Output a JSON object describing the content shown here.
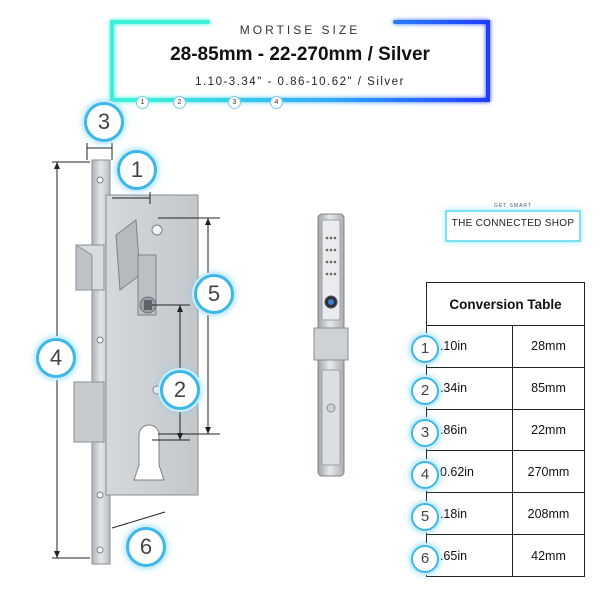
{
  "header": {
    "subtitle": "MORTISE SIZE",
    "title": "28-85mm - 22-270mm / Silver",
    "imperial": "1.10-3.34\" - 0.86-10.62\" / Silver",
    "mini_markers": [
      "1",
      "2",
      "3",
      "4"
    ]
  },
  "logo": {
    "tagline": "GET SMART",
    "name": "THE CONNECTED SHOP"
  },
  "diagram": {
    "callouts": [
      "1",
      "2",
      "3",
      "4",
      "5",
      "6"
    ]
  },
  "conversion_table": {
    "title": "Conversion Table",
    "rows": [
      {
        "num": "1",
        "inches": "1.10in",
        "mm": "28mm"
      },
      {
        "num": "2",
        "inches": "3.34in",
        "mm": "85mm"
      },
      {
        "num": "3",
        "inches": "0.86in",
        "mm": "22mm"
      },
      {
        "num": "4",
        "inches": "10.62in",
        "mm": "270mm"
      },
      {
        "num": "5",
        "inches": "8.18in",
        "mm": "208mm"
      },
      {
        "num": "6",
        "inches": "1.65in",
        "mm": "42mm"
      }
    ]
  },
  "colors": {
    "neon_cyan": "#3ee8e0",
    "neon_blue": "#1f5bff",
    "badge_ring": "#3cb8e8",
    "steel": "#c9cdd1"
  }
}
